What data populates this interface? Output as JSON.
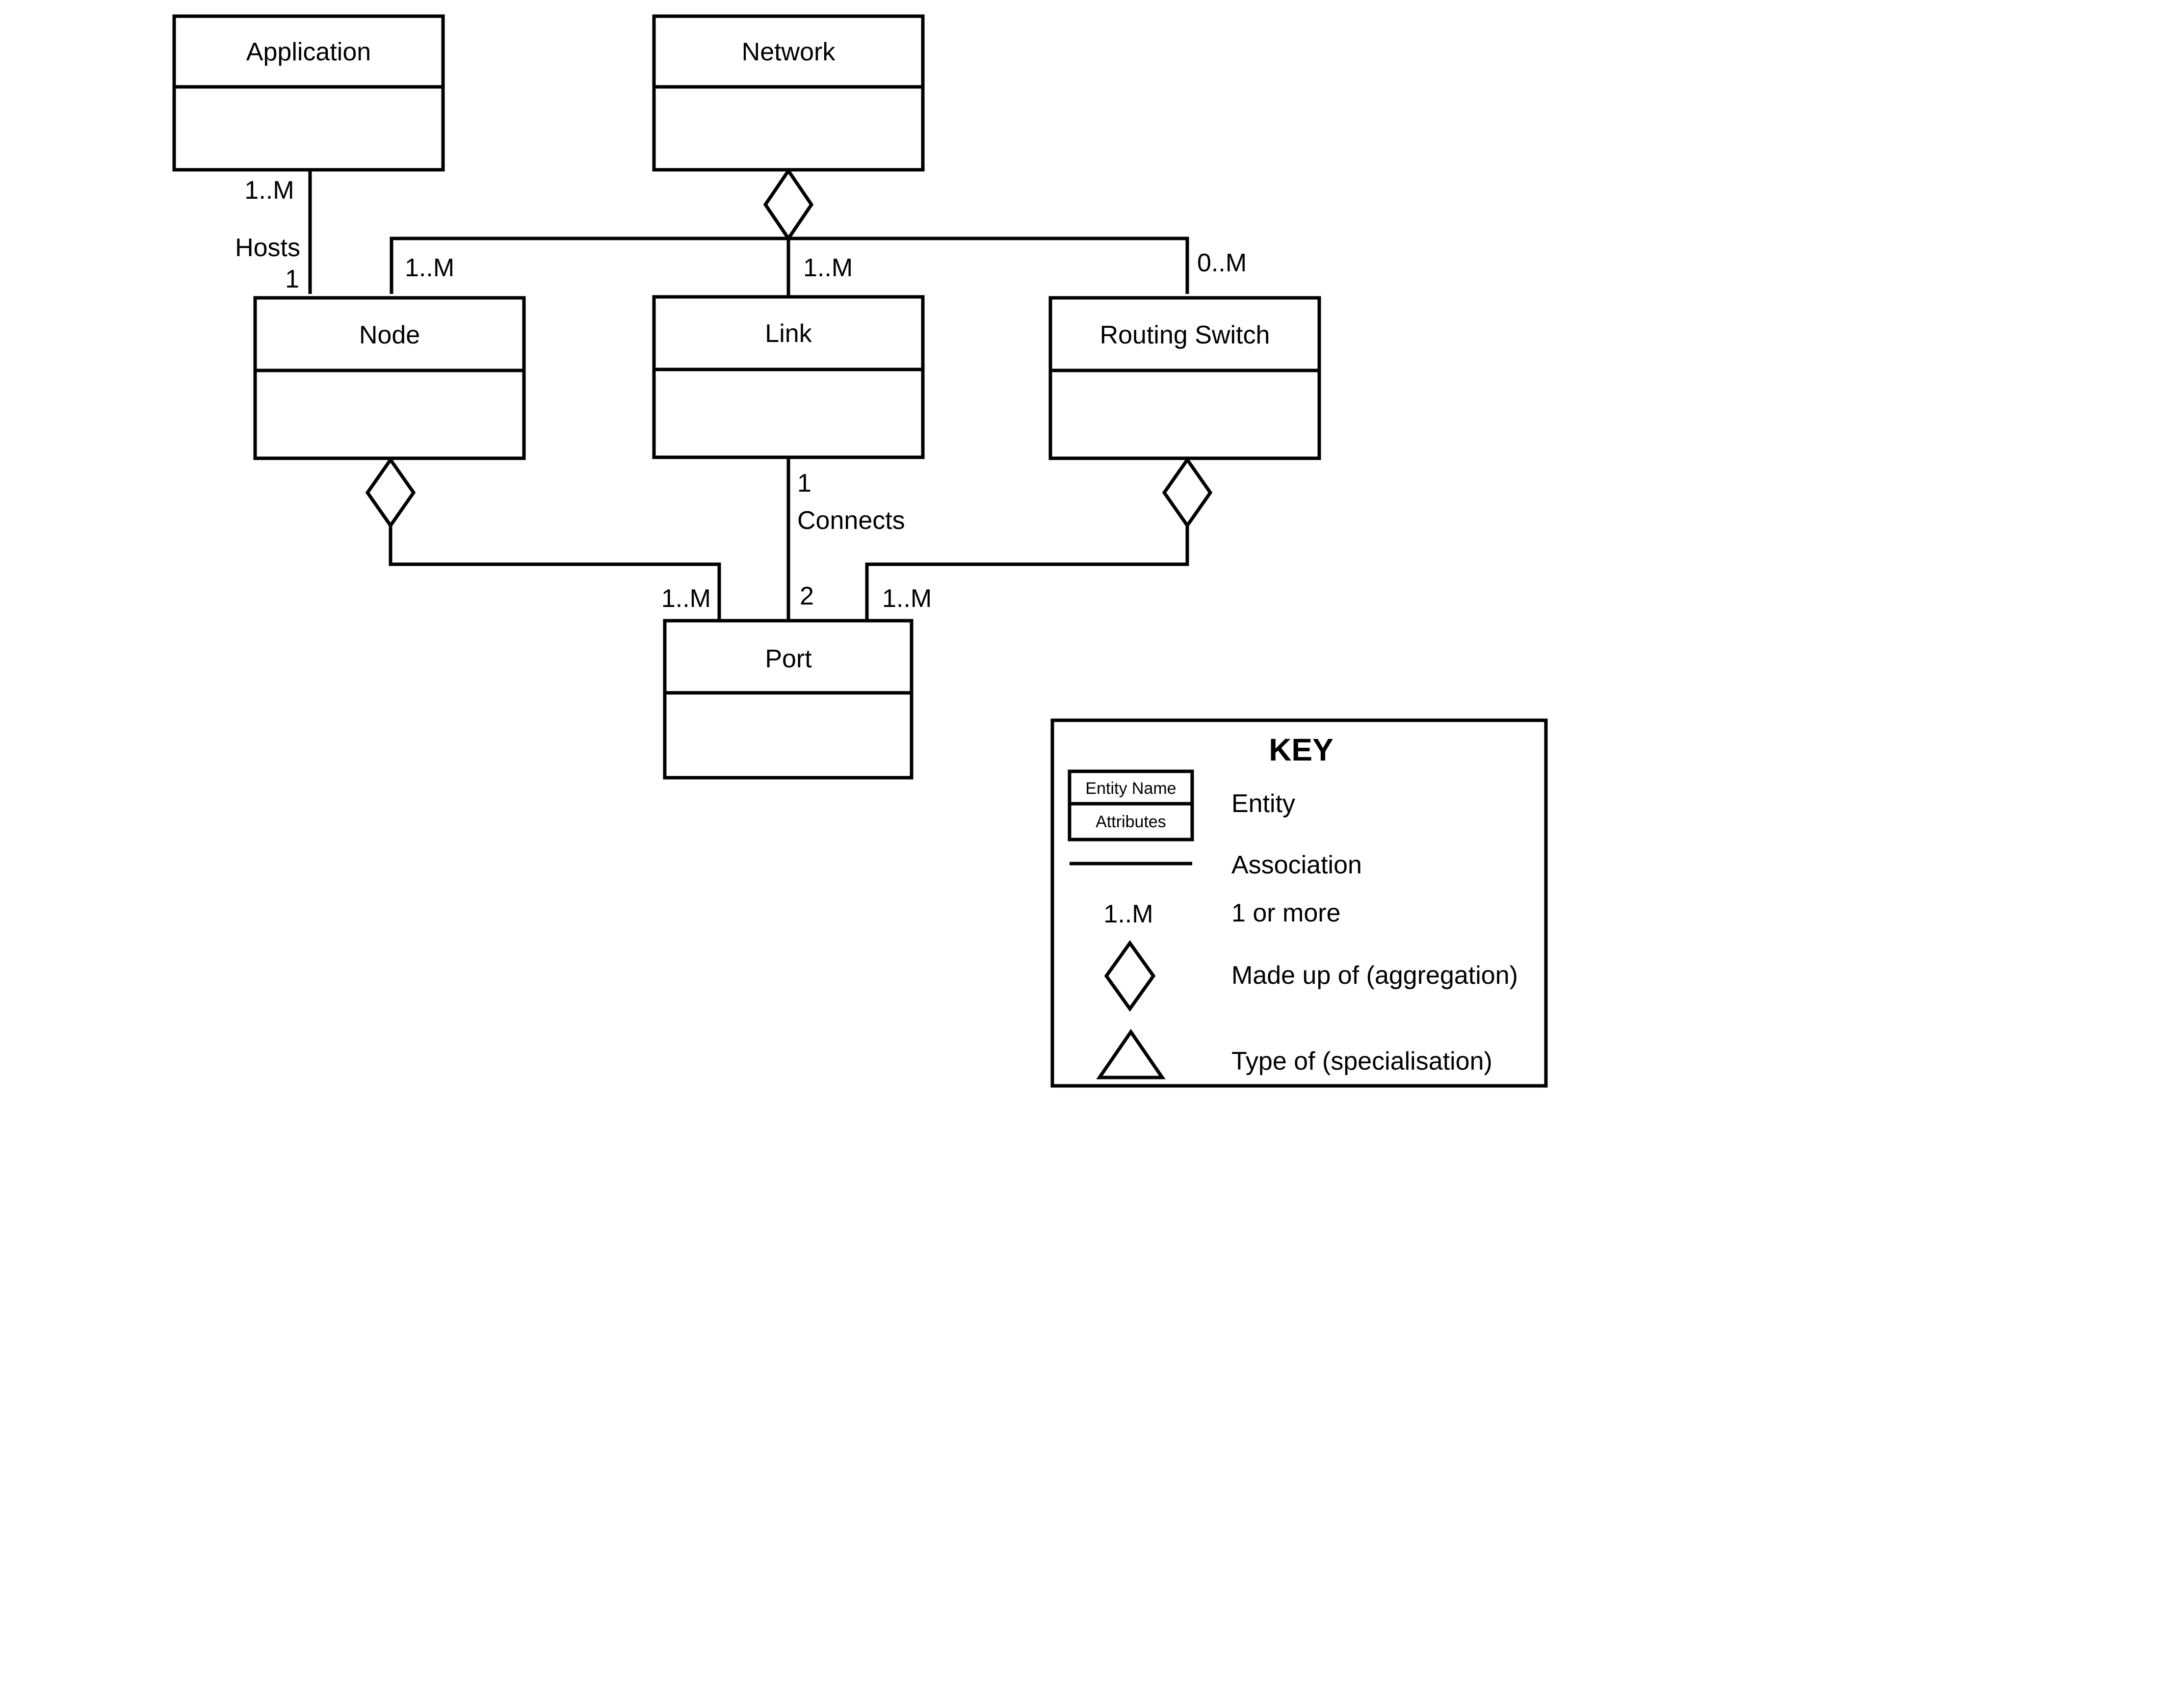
{
  "entities": {
    "application": "Application",
    "network": "Network",
    "node": "Node",
    "link": "Link",
    "routing_switch": "Routing Switch",
    "port": "Port"
  },
  "labels": {
    "app_mult": "1..M",
    "hosts": "Hosts",
    "node_host_mult": "1",
    "node_mult": "1..M",
    "link_mult": "1..M",
    "switch_mult": "0..M",
    "link_connect_mult": "1",
    "connects": "Connects",
    "port_node_mult": "1..M",
    "port_link_mult": "2",
    "port_switch_mult": "1..M"
  },
  "key": {
    "title": "KEY",
    "entity_name": "Entity Name",
    "attributes": "Attributes",
    "entity": "Entity",
    "association": "Association",
    "mult_sample": "1..M",
    "mult_meaning": "1 or more",
    "aggregation": "Made up of (aggregation)",
    "specialisation": "Type of (specialisation)"
  }
}
